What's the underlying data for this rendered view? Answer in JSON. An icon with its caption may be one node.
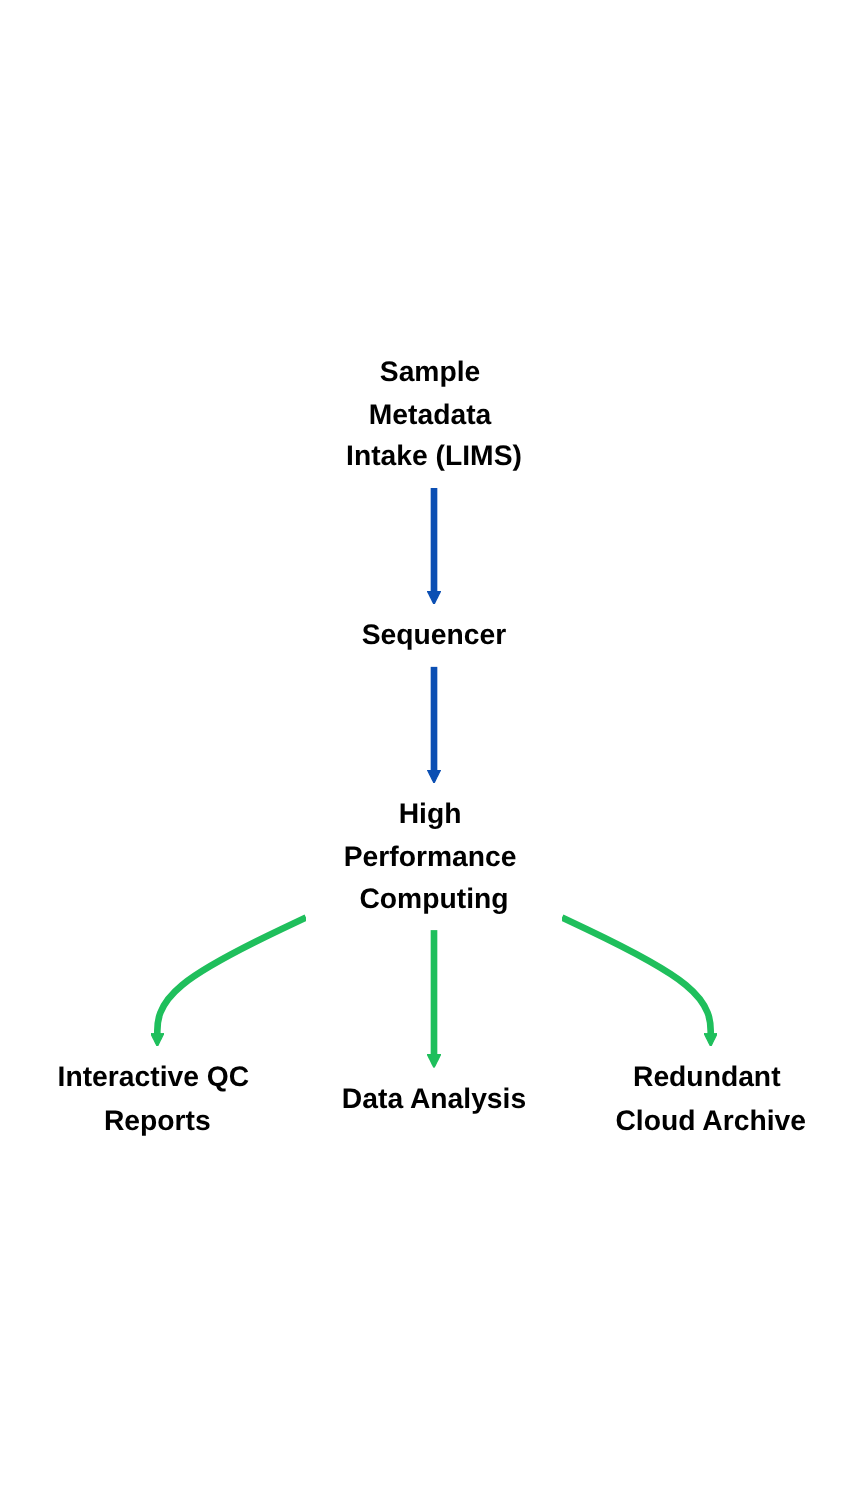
{
  "diagram": {
    "nodes": [
      {
        "text": [
          "Sample Metadata Intake (LIMS)"
        ]
      },
      {
        "text": [
          "Sequencer"
        ]
      },
      {
        "text": [
          "High Performance Computing"
        ]
      },
      {
        "text": [
          "Interactive QC Reports"
        ]
      },
      {
        "text": [
          "Data Analysis"
        ]
      },
      {
        "text": [
          "Redundant Cloud Archive"
        ]
      }
    ],
    "edges": [
      {
        "from": 0,
        "to": 1,
        "arrow": "to",
        "color": "#0b4fb3"
      },
      {
        "from": 1,
        "to": 2,
        "arrow": "to",
        "color": "#0b4fb3"
      },
      {
        "from": 2,
        "to": 3,
        "arrow": "to",
        "color": "#1fbf5c"
      },
      {
        "from": 2,
        "to": 4,
        "arrow": "to",
        "color": "#1fbf5c"
      },
      {
        "from": 2,
        "to": 5,
        "arrow": "to",
        "color": "#1fbf5c"
      }
    ]
  }
}
